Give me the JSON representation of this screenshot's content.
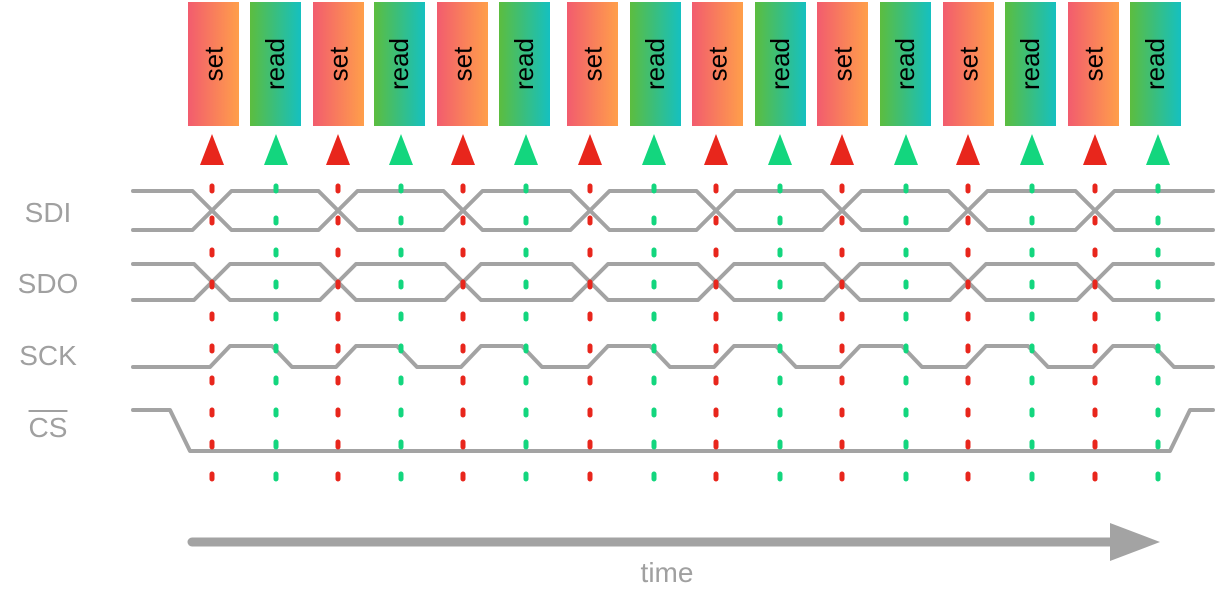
{
  "operations": [
    "set",
    "read",
    "set",
    "read",
    "set",
    "read",
    "set",
    "read",
    "set",
    "read",
    "set",
    "read",
    "set",
    "read",
    "set",
    "read"
  ],
  "signals": {
    "sdi": "SDI",
    "sdo": "SDO",
    "sck": "SCK",
    "cs": "CS"
  },
  "time_label": "time",
  "colors": {
    "set_arrow": "#e8261c",
    "read_arrow": "#13d67e",
    "set_gradient": [
      "#f25c6e",
      "#ff9f4a"
    ],
    "read_gradient": [
      "#5cbd3f",
      "#15c0c0"
    ],
    "signal_line": "#a3a3a3",
    "label_text": "#a0a0a0"
  }
}
